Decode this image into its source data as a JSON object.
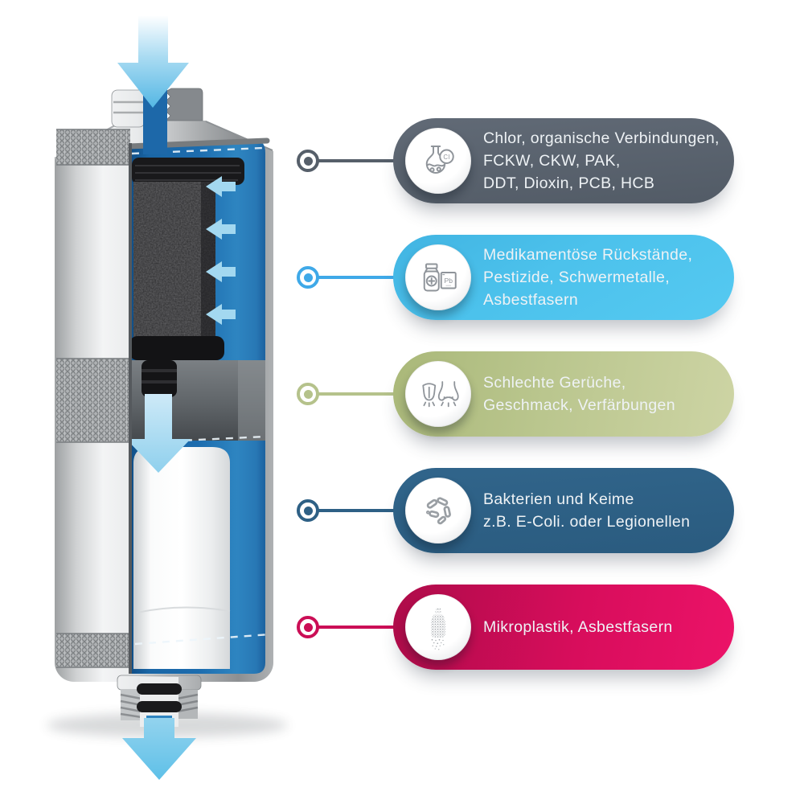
{
  "page": {
    "background_color": "#ffffff"
  },
  "filter_diagram": {
    "label": "water-filter-cartridge-cutaway",
    "flow_arrows": [
      "inlet-down",
      "into-carbon-left",
      "carbon-to-membrane-down",
      "outlet-down"
    ],
    "stages": [
      {
        "name": "activated-carbon-block",
        "color": "#2c2c2e"
      },
      {
        "name": "membrane-cartridge",
        "color": "#ffffff"
      }
    ],
    "colors": {
      "water": "#1c6cae",
      "flow_arrow": "#8fd0ed",
      "housing_metal": "#c6c8ca"
    }
  },
  "legend": {
    "items": [
      {
        "icon": "flask-chlorine-icon",
        "badge_label": "Cl",
        "color": "#5a636f",
        "connector_color": "#565f6a",
        "text": "Chlor, organische Verbindungen,\nFCKW, CKW, PAK,\nDDT, Dioxin, PCB, HCB"
      },
      {
        "icon": "medicine-bottle-lead-icon",
        "badge_label": "Pb",
        "color": "#4cc2ec",
        "connector_color": "#3fa9e8",
        "text": "Medikamentöse Rückstände,\nPestizide, Schwermetalle,\nAsbestfasern"
      },
      {
        "icon": "tongue-nose-icon",
        "color": "#bac68e",
        "connector_color": "#b5c28b",
        "text": "Schlechte Gerüche,\nGeschmack, Verfärbungen"
      },
      {
        "icon": "bacteria-icon",
        "color": "#2e6085",
        "connector_color": "#2e6085",
        "text": "Bakterien und Keime\nz.B. E-Coli. oder Legionellen"
      },
      {
        "icon": "microplastic-bottle-icon",
        "color": "#d80d5c",
        "connector_color": "#cb0e56",
        "text": "Mikroplastik, Asbestfasern"
      }
    ]
  }
}
